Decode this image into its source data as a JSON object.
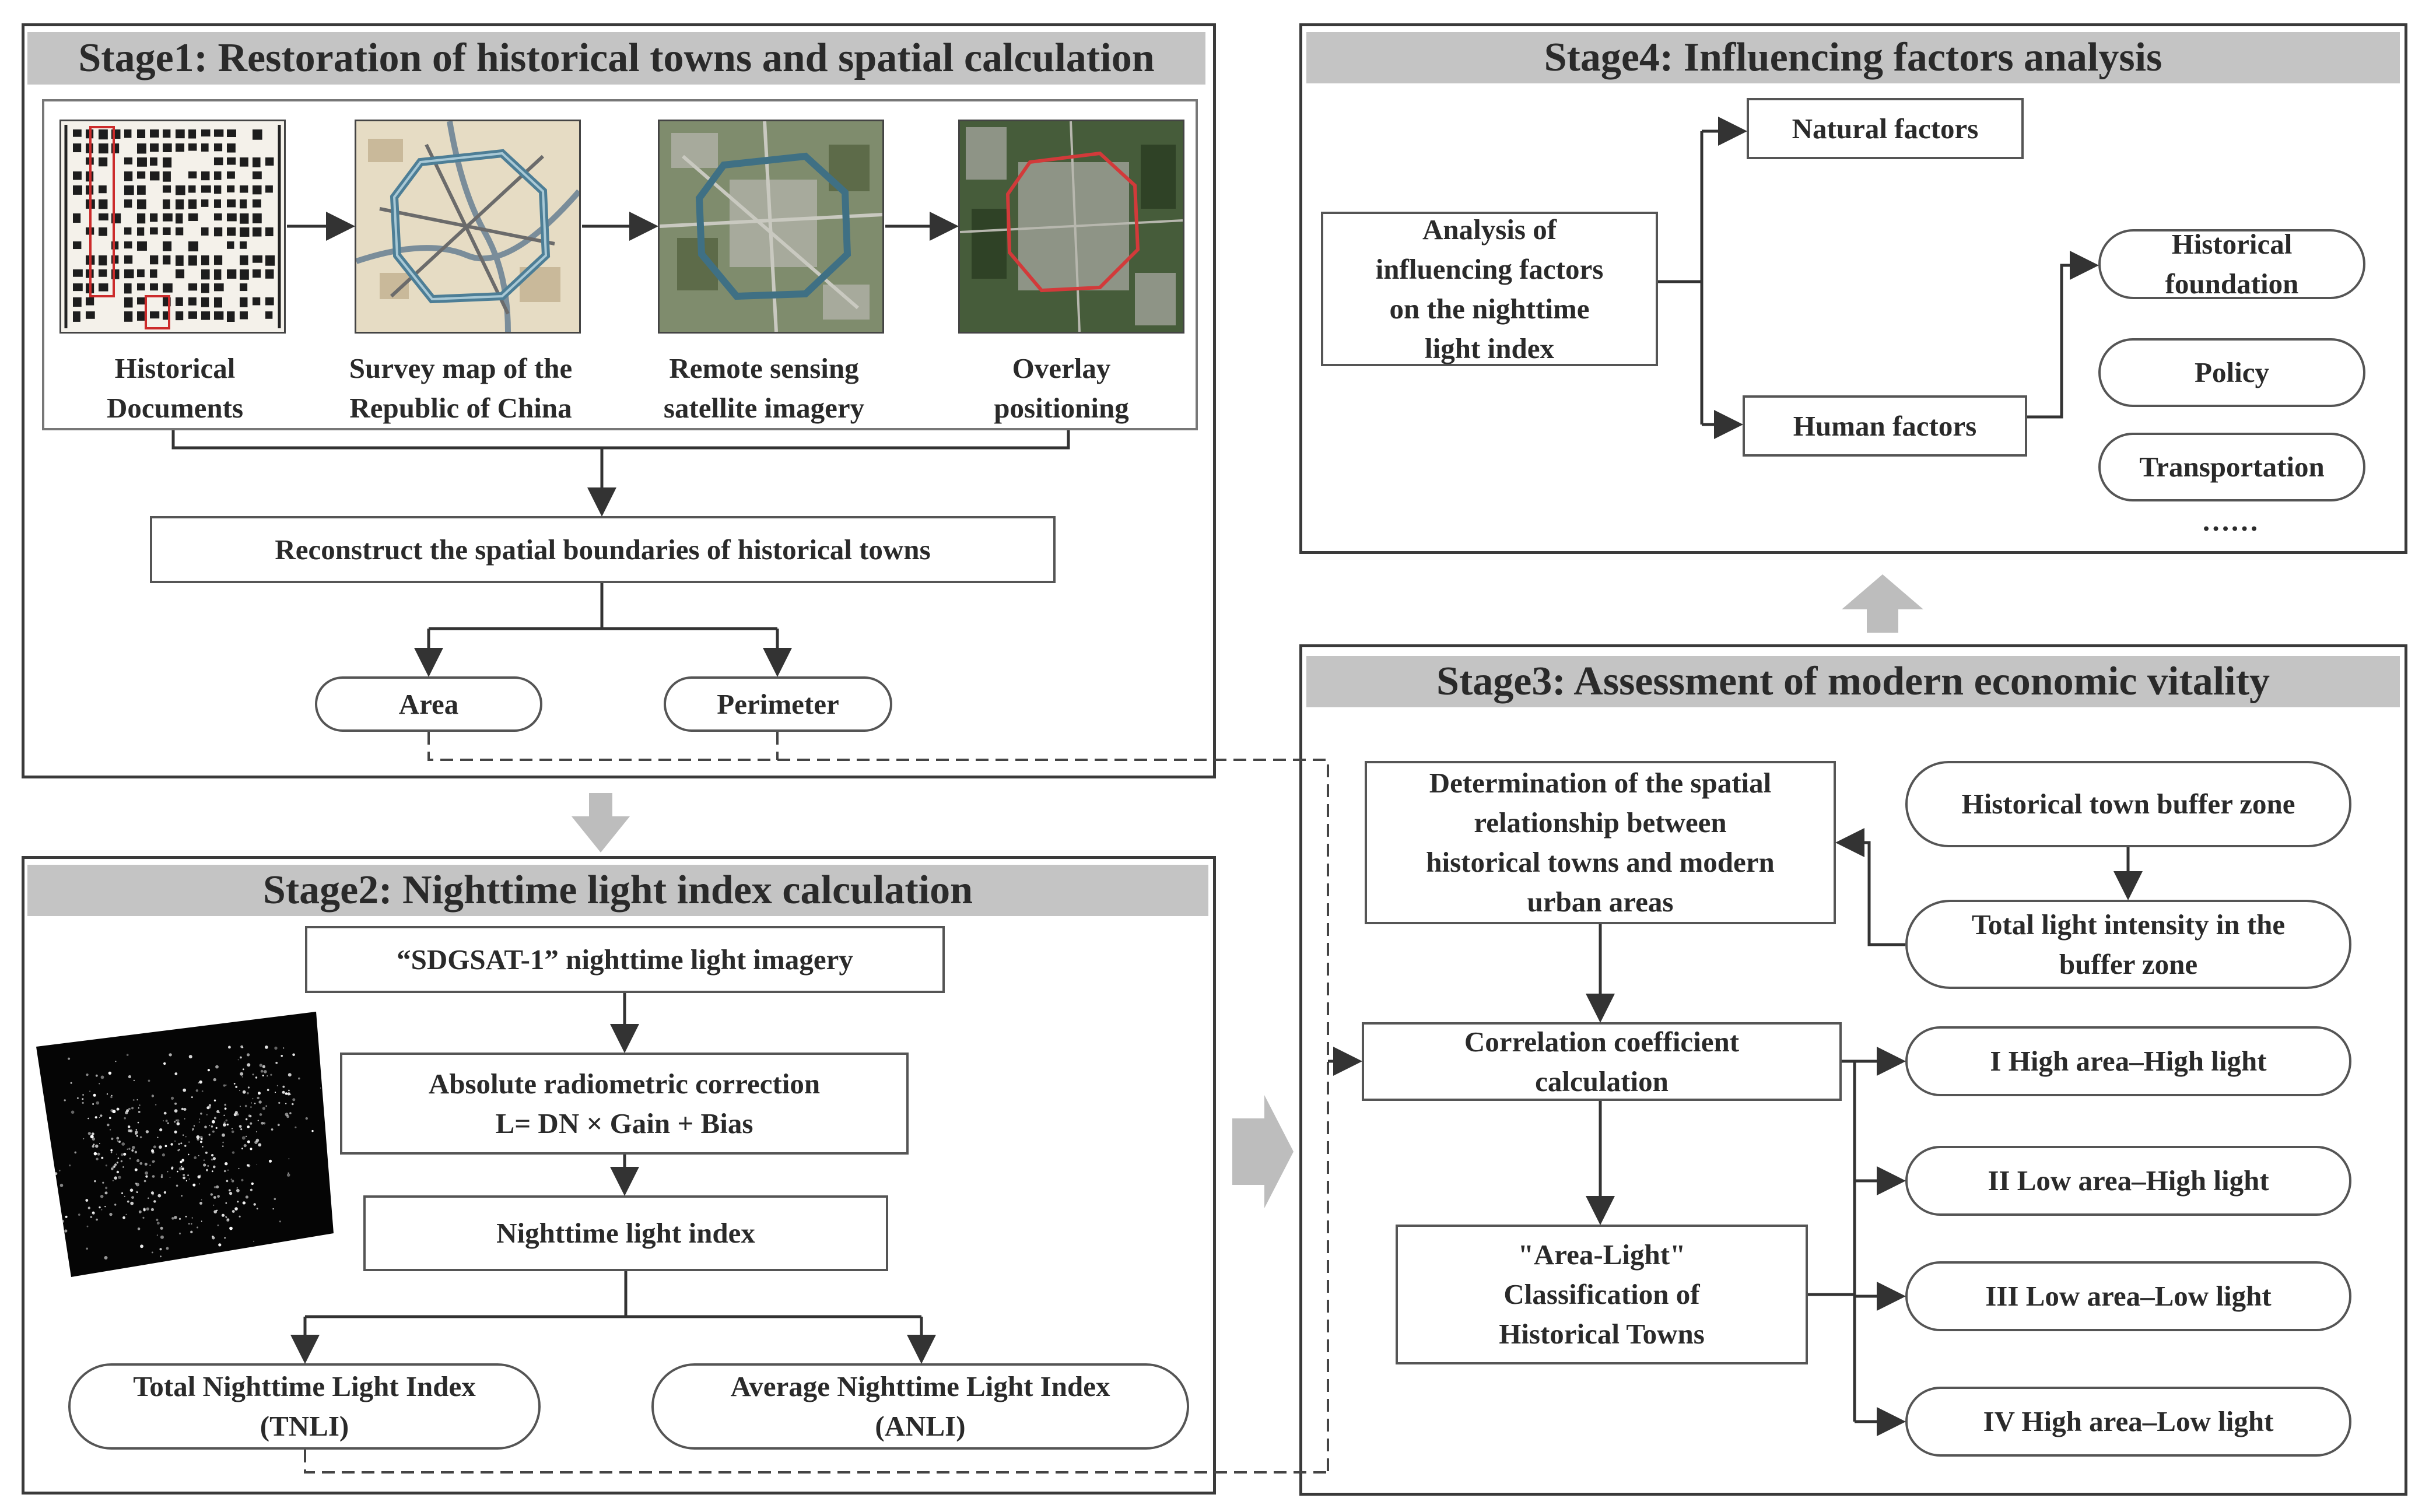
{
  "stage1": {
    "title": "Stage1: Restoration of historical towns and spatial calculation",
    "images": [
      {
        "label": "Historical\nDocuments"
      },
      {
        "label": "Survey map of the\nRepublic of China"
      },
      {
        "label": "Remote sensing\nsatellite imagery"
      },
      {
        "label": "Overlay\npositioning"
      }
    ],
    "reconstruct": "Reconstruct the spatial boundaries of historical towns",
    "area": "Area",
    "perimeter": "Perimeter"
  },
  "stage2": {
    "title": "Stage2: Nighttime light  index calculation",
    "imagery": "“SDGSAT-1” nighttime light imagery",
    "correction": "Absolute radiometric correction\nL= DN × Gain + Bias",
    "index": "Nighttime light index",
    "tnli": "Total Nighttime Light Index\n(TNLI)",
    "anli": "Average Nighttime Light Index\n(ANLI)"
  },
  "stage3": {
    "title": "Stage3: Assessment of modern economic vitality",
    "determination": "Determination of the spatial\nrelationship between\nhistorical towns and modern\nurban areas",
    "buffer_zone": "Historical town buffer zone",
    "total_light": "Total light intensity in the\nbuffer zone",
    "correlation": "Correlation coefficient\ncalculation",
    "classification": "\"Area-Light\"\nClassification of\nHistorical Towns",
    "classes": [
      "I  High area–High light",
      "II  Low area–High light",
      "III  Low area–Low light",
      "IV  High area–Low light"
    ]
  },
  "stage4": {
    "title": "Stage4: Influencing factors analysis",
    "analysis": "Analysis of\ninfluencing factors\non the nighttime\nlight index",
    "natural": "Natural factors",
    "human": "Human factors",
    "sub_factors": [
      "Historical\nfoundation",
      "Policy",
      "Transportation"
    ],
    "more": "……"
  },
  "colors": {
    "title_bar": "#c4c4c4",
    "arrow_gray": "#bdbdbd",
    "line": "#333333",
    "boundary_red": "#d23a3a",
    "river_blue": "#4d7e96"
  }
}
